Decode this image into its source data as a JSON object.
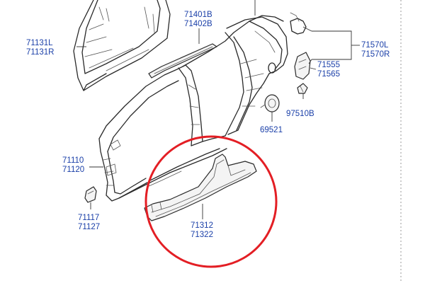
{
  "labels": [
    {
      "id": "71131",
      "lines": [
        "71131L",
        "71131R"
      ]
    },
    {
      "id": "71401",
      "lines": [
        "71401B",
        "71402B"
      ]
    },
    {
      "id": "71570",
      "lines": [
        "71570L",
        "71570R"
      ]
    },
    {
      "id": "71555",
      "lines": [
        "71555",
        "71565"
      ]
    },
    {
      "id": "97510",
      "lines": [
        "97510B"
      ]
    },
    {
      "id": "69521",
      "lines": [
        "69521"
      ]
    },
    {
      "id": "71110",
      "lines": [
        "71110",
        "71120"
      ]
    },
    {
      "id": "71117",
      "lines": [
        "71117",
        "71127"
      ]
    },
    {
      "id": "71312",
      "lines": [
        "71312",
        "71322"
      ]
    }
  ],
  "colors": {
    "label": "#1a3fa8",
    "highlight": "#e31e24",
    "line": "#2a2a2a"
  }
}
